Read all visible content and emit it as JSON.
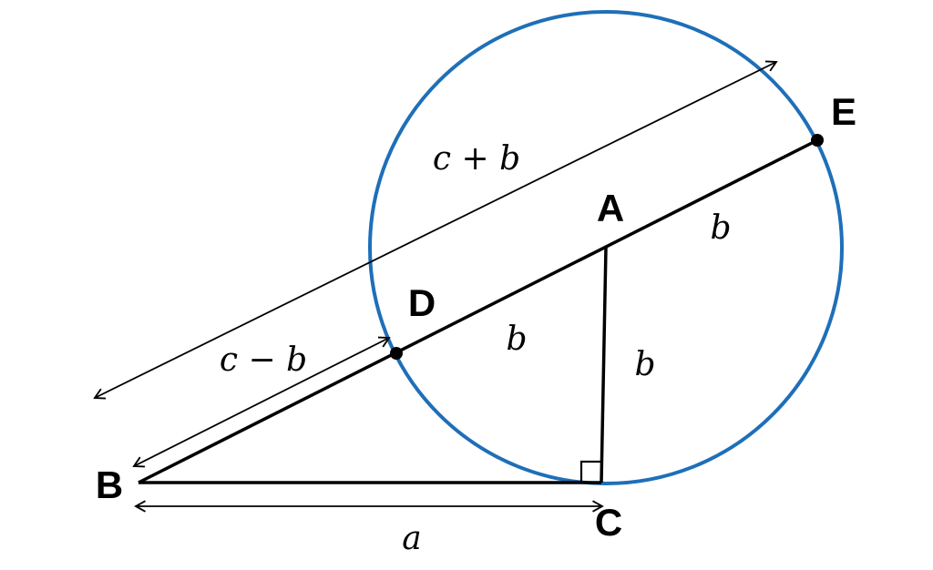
{
  "figure": {
    "background": "#ffffff",
    "circle_color": "#1e6fb8",
    "line_color": "#000000",
    "points": {
      "A": "A",
      "B": "B",
      "C": "C",
      "D": "D",
      "E": "E"
    },
    "measures": {
      "c_plus_b": "c + b",
      "c_minus_b": "c − b",
      "a": "a",
      "b_DA": "b",
      "b_AC": "b",
      "b_AE": "b"
    }
  }
}
